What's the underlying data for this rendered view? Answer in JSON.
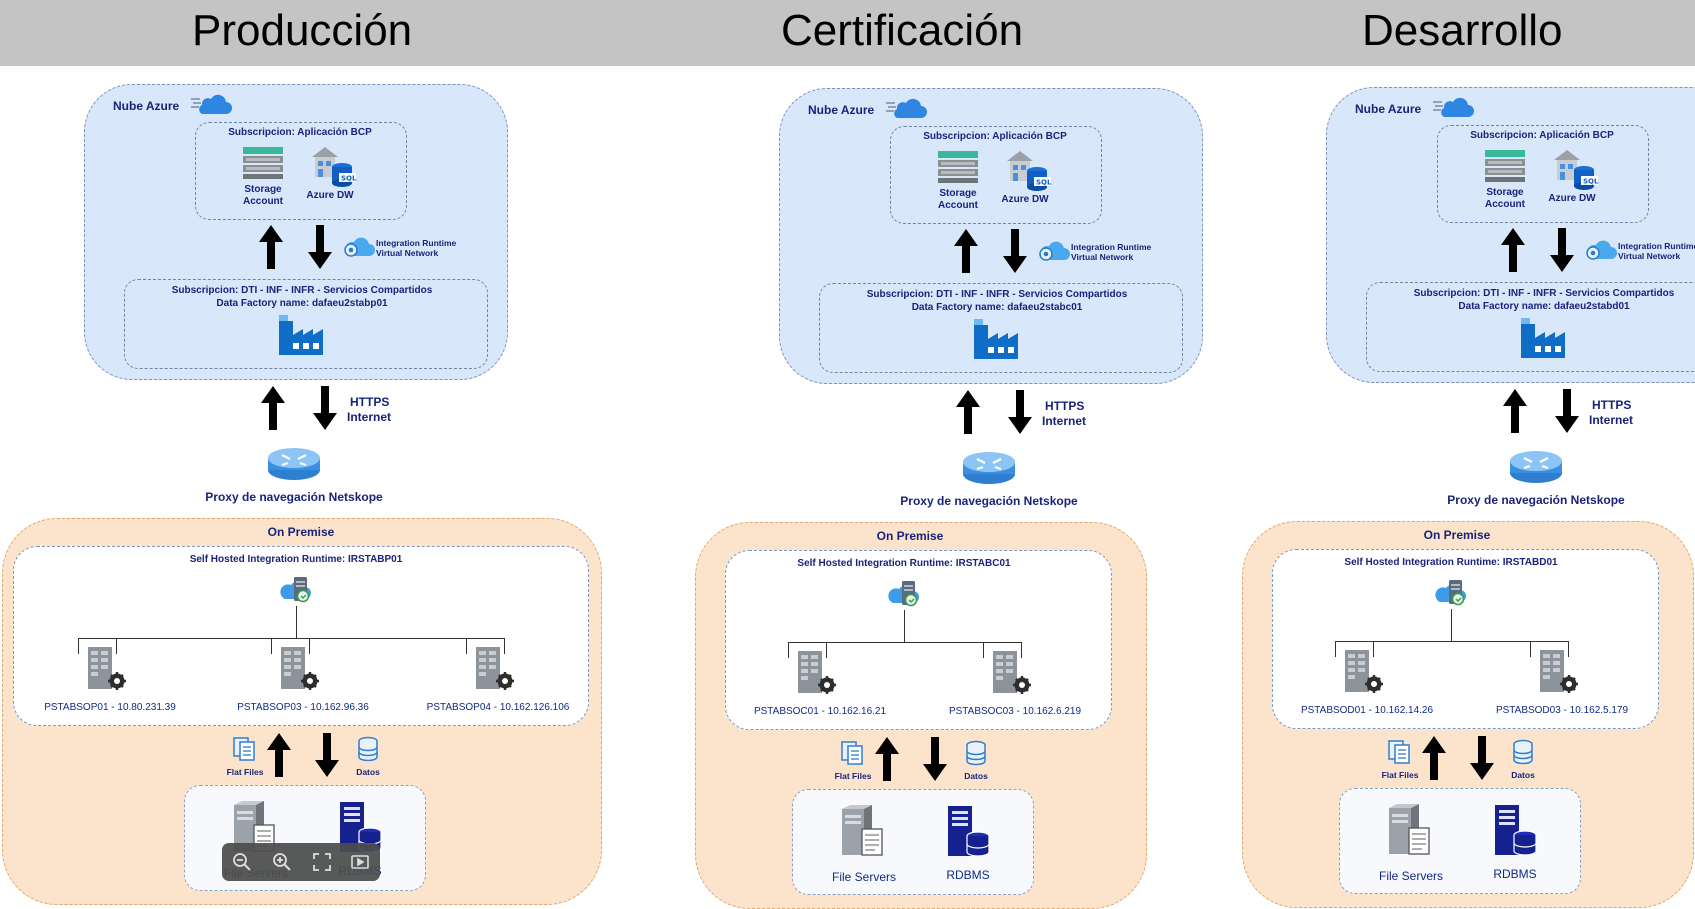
{
  "headers": [
    "Producción",
    "Certificación",
    "Desarrollo"
  ],
  "panels": [
    {
      "cloud_label": "Nube Azure",
      "sub1_title": "Subscripcion: Aplicación BCP",
      "storage_label": [
        "Storage",
        "Account"
      ],
      "dw_label": "Azure DW",
      "ir_label": [
        "Integration Runtime",
        "Virtual Network"
      ],
      "sub2_title": "Subscripcion: DTI - INF - INFR - Servicios Compartidos",
      "factory": "Data Factory name: dafaeu2stabp01",
      "https": [
        "HTTPS",
        "Internet"
      ],
      "proxy": "Proxy de navegación Netskope",
      "on_premise": "On Premise",
      "shir": "Self Hosted Integration Runtime: IRSTABP01",
      "servers": [
        "PSTABSOP01 - 10.80.231.39",
        "PSTABSOP03 - 10.162.96.36",
        "PSTABSOP04 - 10.162.126.106"
      ],
      "flat_files": "Flat Files",
      "datos": "Datos",
      "file_servers": "File Servers",
      "rdbms": "RDBMS"
    },
    {
      "cloud_label": "Nube Azure",
      "sub1_title": "Subscripcion: Aplicación BCP",
      "storage_label": [
        "Storage",
        "Account"
      ],
      "dw_label": "Azure DW",
      "ir_label": [
        "Integration Runtime",
        "Virtual Network"
      ],
      "sub2_title": "Subscripcion: DTI - INF - INFR - Servicios Compartidos",
      "factory": "Data Factory name: dafaeu2stabc01",
      "https": [
        "HTTPS",
        "Internet"
      ],
      "proxy": "Proxy de navegación Netskope",
      "on_premise": "On Premise",
      "shir": "Self Hosted Integration Runtime: IRSTABC01",
      "servers": [
        "PSTABSOC01 - 10.162.16.21",
        "PSTABSOC03 - 10.162.6.219"
      ],
      "flat_files": "Flat Files",
      "datos": "Datos",
      "file_servers": "File Servers",
      "rdbms": "RDBMS"
    },
    {
      "cloud_label": "Nube Azure",
      "sub1_title": "Subscripcion: Aplicación BCP",
      "storage_label": [
        "Storage",
        "Account"
      ],
      "dw_label": "Azure DW",
      "ir_label": [
        "Integration Runtime",
        "Virtual Network"
      ],
      "sub2_title": "Subscripcion: DTI - INF - INFR - Servicios Compartidos",
      "factory": "Data Factory name: dafaeu2stabd01",
      "https": [
        "HTTPS",
        "Internet"
      ],
      "proxy": "Proxy de navegación Netskope",
      "on_premise": "On Premise",
      "shir": "Self Hosted Integration Runtime: IRSTABD01",
      "servers": [
        "PSTABSOD01 - 10.162.14.26",
        "PSTABSOD03 - 10.162.5.179"
      ],
      "flat_files": "Flat Files",
      "datos": "Datos",
      "file_servers": "File Servers",
      "rdbms": "RDBMS"
    }
  ],
  "viewer_toolbar": [
    "zoom-out-icon",
    "zoom-in-icon",
    "fullscreen-icon",
    "slideshow-icon"
  ]
}
